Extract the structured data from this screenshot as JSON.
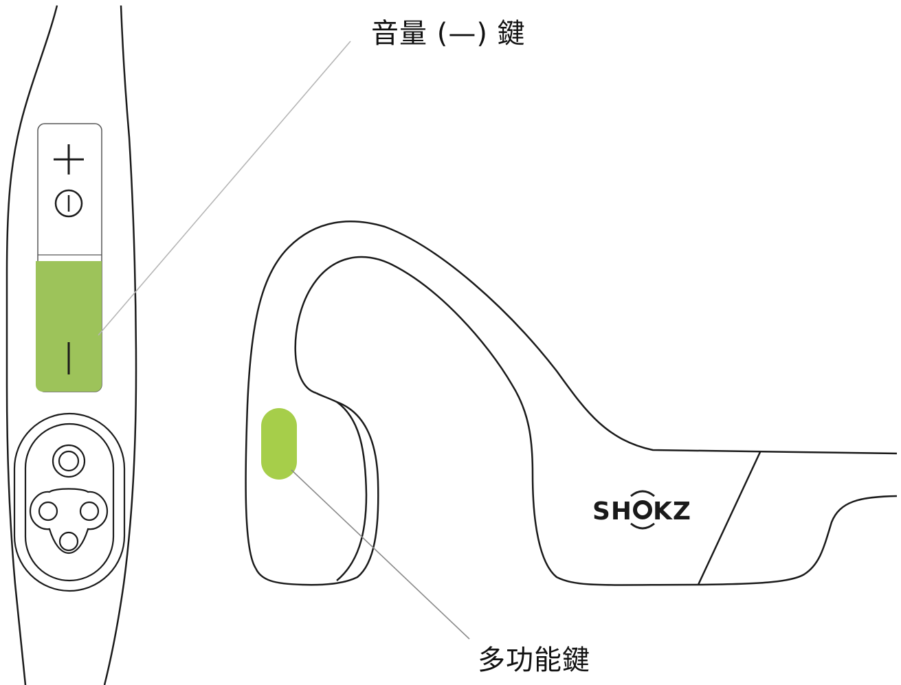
{
  "labels": {
    "volume_down": "音量 (—) 鍵",
    "multifunction": "多功能鍵"
  },
  "brand_logo": "SHOKZ",
  "colors": {
    "highlight_button": "#9dc35a",
    "multifunction_button": "#a6ce4a",
    "outline": "#1a1a1a",
    "leader_line": "#b5b5b5"
  },
  "icons": {
    "volume_up": "plus-icon",
    "power": "power-icon",
    "volume_down": "minus-icon"
  }
}
